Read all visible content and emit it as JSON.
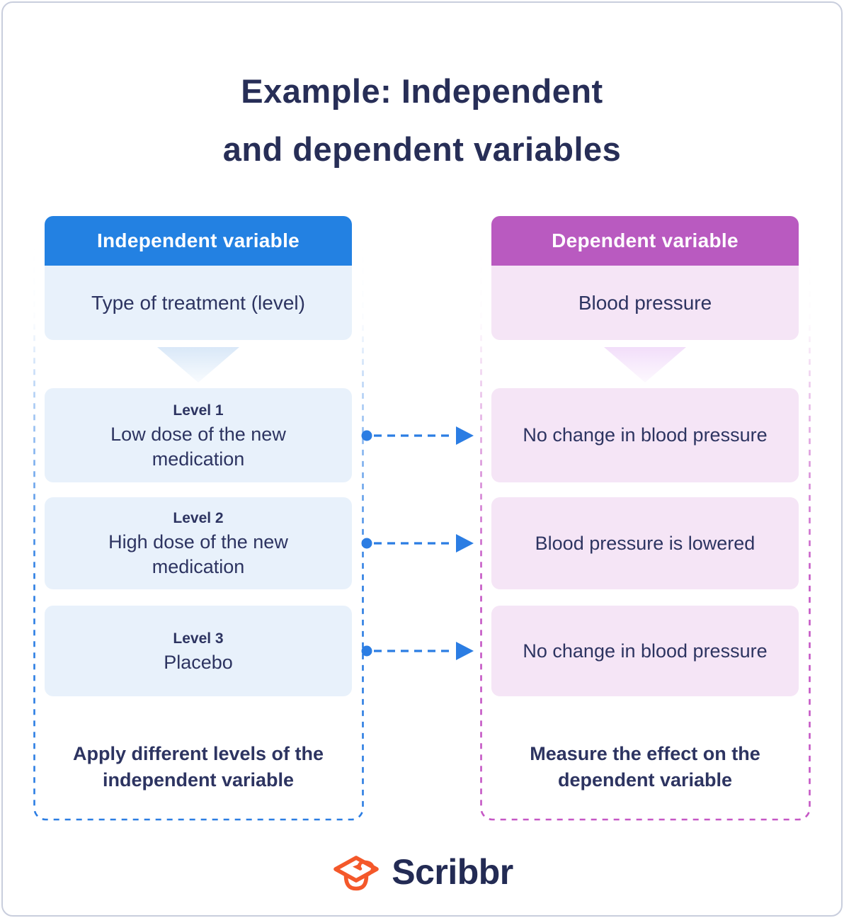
{
  "title": {
    "line1": "Example: Independent",
    "line2": "and dependent variables"
  },
  "columns": {
    "independent": {
      "header": "Independent variable",
      "subheader": "Type of treatment (level)",
      "levels": [
        {
          "label": "Level 1",
          "text": "Low dose of the new medication"
        },
        {
          "label": "Level 2",
          "text": "High dose of the new medication"
        },
        {
          "label": "Level 3",
          "text": "Placebo"
        }
      ],
      "footer": "Apply different levels of the independent variable"
    },
    "dependent": {
      "header": "Dependent variable",
      "subheader": "Blood pressure",
      "outcomes": [
        {
          "text": "No change in blood pressure"
        },
        {
          "text": "Blood pressure is lowered"
        },
        {
          "text": "No change in blood pressure"
        }
      ],
      "footer": "Measure the effect on the dependent variable"
    }
  },
  "logo": {
    "text": "Scribbr"
  },
  "colors": {
    "header_blue": "#2381e2",
    "header_magenta": "#b95ac0",
    "light_blue": "#e8f1fb",
    "light_pink": "#f5e5f6",
    "navy_text": "#2d3461",
    "title_navy": "#272e57",
    "dash_blue": "#2b7de3",
    "dash_magenta": "#c557c5",
    "logo_orange": "#f4582a",
    "card_border": "#c9cedd"
  }
}
